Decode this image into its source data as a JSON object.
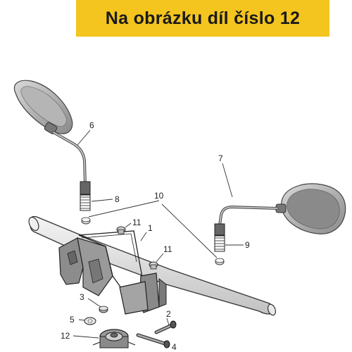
{
  "banner": {
    "text": "Na obrázku díl číslo 12",
    "background": "#f4c51f"
  },
  "callouts": {
    "n1": "1",
    "n2": "2",
    "n3": "3",
    "n4": "4",
    "n5": "5",
    "n6": "6",
    "n7": "7",
    "n8": "8",
    "n9": "9",
    "n10": "10",
    "n11a": "11",
    "n11b": "11",
    "n12": "12"
  }
}
